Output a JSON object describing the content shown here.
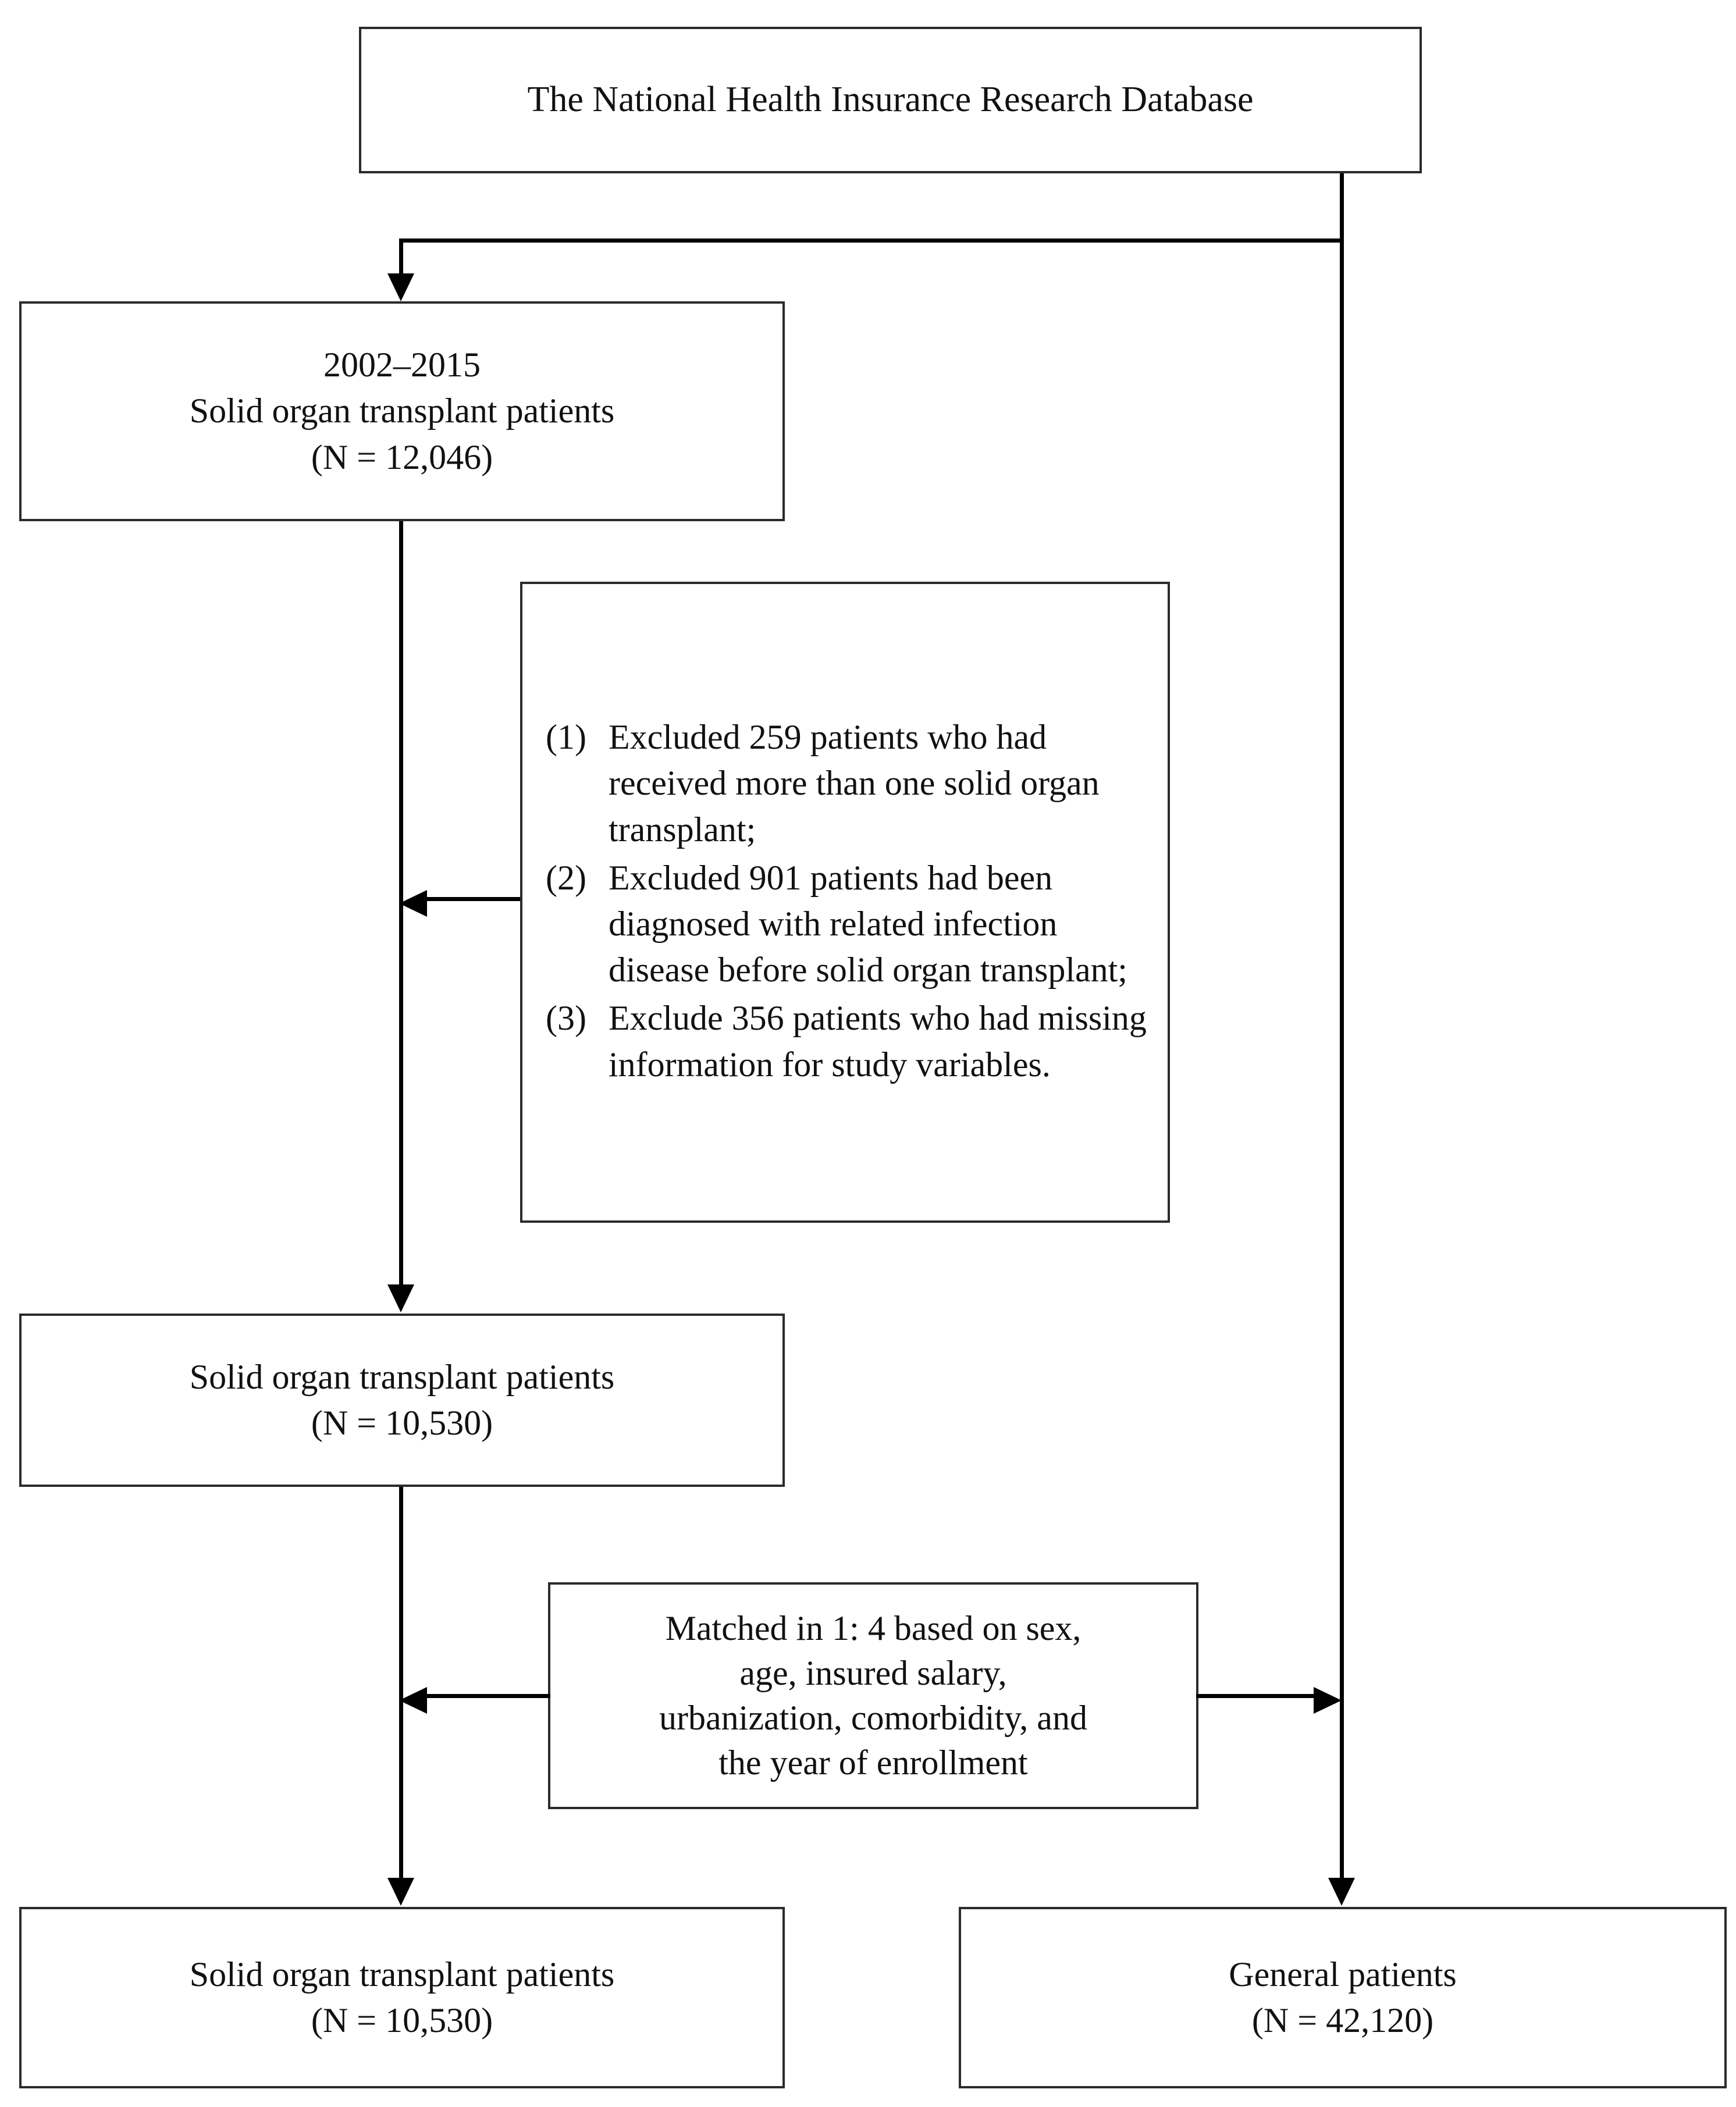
{
  "figure": {
    "type": "flowchart",
    "title": "Study cohort selection flow diagram"
  },
  "nodes": {
    "source": {
      "label": "The National Health Insurance Research Database"
    },
    "cohort_initial": {
      "line1": "2002–2015",
      "line2": "Solid organ transplant patients",
      "line3": "(N = 12,046)"
    },
    "exclusions": {
      "items": [
        {
          "marker": "(1)",
          "text": "Excluded 259 patients who had received more than one solid organ transplant;"
        },
        {
          "marker": "(2)",
          "text": "Excluded 901 patients had been diagnosed with related infection disease before solid organ transplant;"
        },
        {
          "marker": "(3)",
          "text": "Exclude 356 patients who had missing information for study variables."
        }
      ]
    },
    "cohort_final": {
      "line1": "Solid organ transplant patients",
      "line2": "(N = 10,530)"
    },
    "matching": {
      "line1": "Matched in 1: 4 based on sex,",
      "line2": "age, insured salary,",
      "line3": "urbanization, comorbidity, and",
      "line4": "the year of enrollment"
    },
    "result_sot": {
      "line1": "Solid organ transplant patients",
      "line2": "(N = 10,530)"
    },
    "result_general": {
      "line1": "General patients",
      "line2": "(N = 42,120)"
    }
  },
  "colors": {
    "box_border": "#2b2b2b",
    "connector": "#000000",
    "background": "#ffffff",
    "text": "#111111"
  }
}
